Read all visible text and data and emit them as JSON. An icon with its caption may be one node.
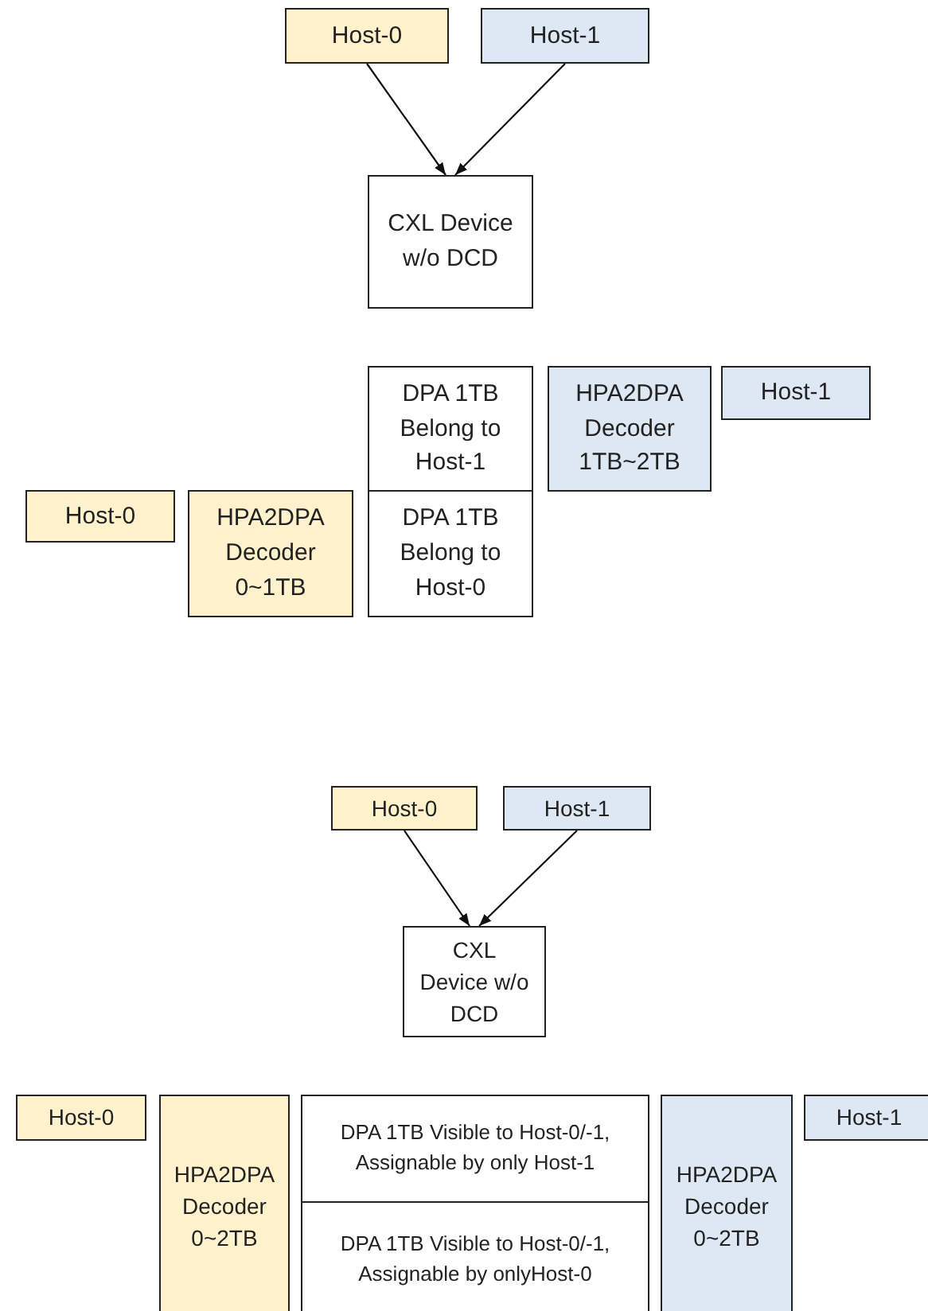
{
  "diagram": {
    "nodes": [
      {
        "text": [
          "Host-0"
        ]
      },
      {
        "text": [
          "Host-1"
        ]
      },
      {
        "text": [
          "CXL Device w/o DCD"
        ]
      },
      {
        "text": [
          "DPA 1TB Belong to Host-1"
        ]
      },
      {
        "text": [
          "HPA2DPA Decoder 1TB~2TB"
        ]
      },
      {
        "text": [
          "Host-1"
        ]
      },
      {
        "text": [
          "Host-0"
        ]
      },
      {
        "text": [
          "HPA2DPA Decoder 0~1TB"
        ]
      },
      {
        "text": [
          "DPA 1TB Belong to Host-0"
        ]
      },
      {
        "text": [
          "Host-0"
        ]
      },
      {
        "text": [
          "Host-1"
        ]
      },
      {
        "text": [
          "CXL Device w/o DCD"
        ]
      },
      {
        "text": [
          "Host-0"
        ]
      },
      {
        "text": [
          "HPA2DPA Decoder 0~2TB"
        ]
      },
      {
        "text": [
          "DPA 1TB Visible to Host-0/-1, Assignable by only Host-1"
        ]
      },
      {
        "text": [
          "DPA 1TB Visible to Host-0/-1, Assignable by onlyHost-0"
        ]
      },
      {
        "text": [
          "HPA2DPA Decoder 0~2TB"
        ]
      },
      {
        "text": [
          "Host-1"
        ]
      }
    ],
    "edges": [
      {
        "from": 0,
        "to": 2,
        "arrow": "to"
      },
      {
        "from": 1,
        "to": 2,
        "arrow": "to"
      },
      {
        "from": 9,
        "to": 11,
        "arrow": "to"
      },
      {
        "from": 10,
        "to": 11,
        "arrow": "to"
      }
    ]
  }
}
